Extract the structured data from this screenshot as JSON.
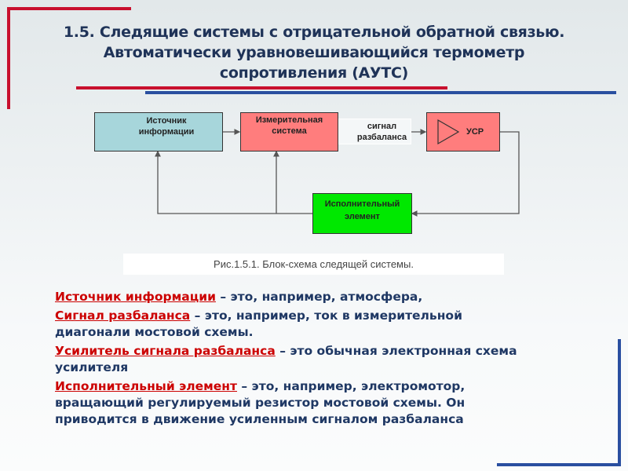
{
  "title": {
    "line1": "1.5. Следящие системы с отрицательной обратной связью.",
    "line2": "Автоматически уравновешивающийся термометр",
    "line3": "сопротивления (АУТС)"
  },
  "diagram": {
    "source": "Источник информации",
    "measuring": "Измерительная система",
    "signal": "сигнал разбаланса",
    "amplifier": "УСР",
    "executive": "Исполнительный элемент",
    "caption": "Рис.1.5.1. Блок-схема следящей системы."
  },
  "notes": [
    {
      "term": "Источник информации",
      "text": " – это, например, атмосфера,"
    },
    {
      "term": "Сигнал разбаланса",
      "text": " – это, например, ток в измерительной диагонали мостовой схемы."
    },
    {
      "term": "Усилитель сигнала разбаланса",
      "text": " – это обычная электронная схема усилителя"
    },
    {
      "term": "Исполнительный элемент",
      "text": " – это, например, электромотор, вращающий регулируемый резистор мостовой схемы. Он приводится в движение усиленным сигналом разбаланса"
    }
  ],
  "colors": {
    "red": "#cc1122",
    "blue": "#2a4fa0",
    "source": "#a7d6db",
    "measuring": "#ff7d7d",
    "executive": "#00e800"
  }
}
